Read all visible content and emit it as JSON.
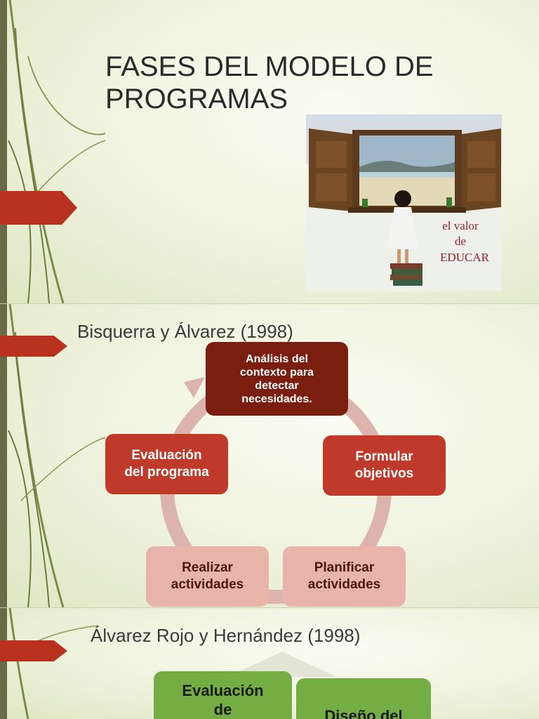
{
  "slide1": {
    "title": "FASES DEL MODELO DE PROGRAMAS",
    "image_caption": "el valor de EDUCAR"
  },
  "slide2": {
    "subtitle": "Bisquerra y Álvarez (1998)",
    "cycle": [
      {
        "label": "Análisis del\ncontexto para\ndetectar\nnecesidades."
      },
      {
        "label": "Formular\nobjetivos"
      },
      {
        "label": "Planificar\nactividades"
      },
      {
        "label": "Realizar\nactividades"
      },
      {
        "label": "Evaluación\ndel programa"
      }
    ]
  },
  "slide3": {
    "subtitle": "Álvarez Rojo y Hernández (1998)",
    "boxes": [
      {
        "label": "Evaluación\nde"
      },
      {
        "label": "Diseño del"
      }
    ]
  },
  "colors": {
    "accent_red": "#b8321f",
    "dark_red": "#7a1e10",
    "pink": "#e8b3a9",
    "green": "#75ad45"
  }
}
